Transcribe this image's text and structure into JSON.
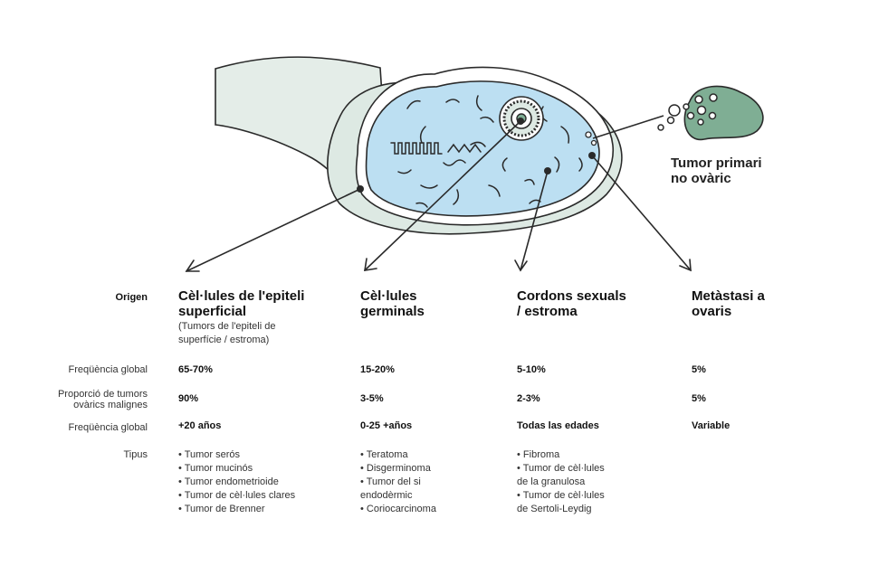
{
  "illustration": {
    "tumor_label_line1": "Tumor primari",
    "tumor_label_line2": "no ovàric"
  },
  "rows": {
    "origin": "Origen",
    "freq1": "Freqüència global",
    "prop_line1": "Proporció de tumors",
    "prop_line2": "ovàrics malignes",
    "freq2": "Freqüència global",
    "types": "Tipus"
  },
  "columns": [
    {
      "title_line1": "Cèl·lules de l'epiteli",
      "title_line2": "superficial",
      "sub_line1": "(Tumors de l'epiteli de",
      "sub_line2": "superfície / estroma)",
      "freq1": "65-70%",
      "prop": "90%",
      "freq2": "+20 años",
      "types": [
        "• Tumor serós",
        "• Tumor mucinós",
        "• Tumor endometrioide",
        "• Tumor de cèl·lules clares",
        "• Tumor de Brenner"
      ]
    },
    {
      "title_line1": "Cèl·lules",
      "title_line2": "germinals",
      "freq1": "15-20%",
      "prop": "3-5%",
      "freq2": "0-25 +años",
      "types": [
        "• Teratoma",
        "• Disgerminoma",
        "• Tumor del si",
        "endodèrmic",
        "• Coriocarcinoma"
      ]
    },
    {
      "title_line1": "Cordons sexuals",
      "title_line2": "/ estroma",
      "freq1": "5-10%",
      "prop": "2-3%",
      "freq2": "Todas las edades",
      "types": [
        "• Fibroma",
        "• Tumor de cèl·lules",
        "de la granulosa",
        "• Tumor de cèl·lules",
        "de Sertoli-Leydig"
      ]
    },
    {
      "title_line1": "Metàstasi a",
      "title_line2": "ovaris",
      "freq1": "5%",
      "prop": "5%",
      "freq2": "Variable"
    }
  ],
  "colors": {
    "ovary_fill": "#bcdff2",
    "tissue_fill": "#dde9e3",
    "tumor_fill": "#7fae94",
    "stroke": "#2a2a2a"
  }
}
